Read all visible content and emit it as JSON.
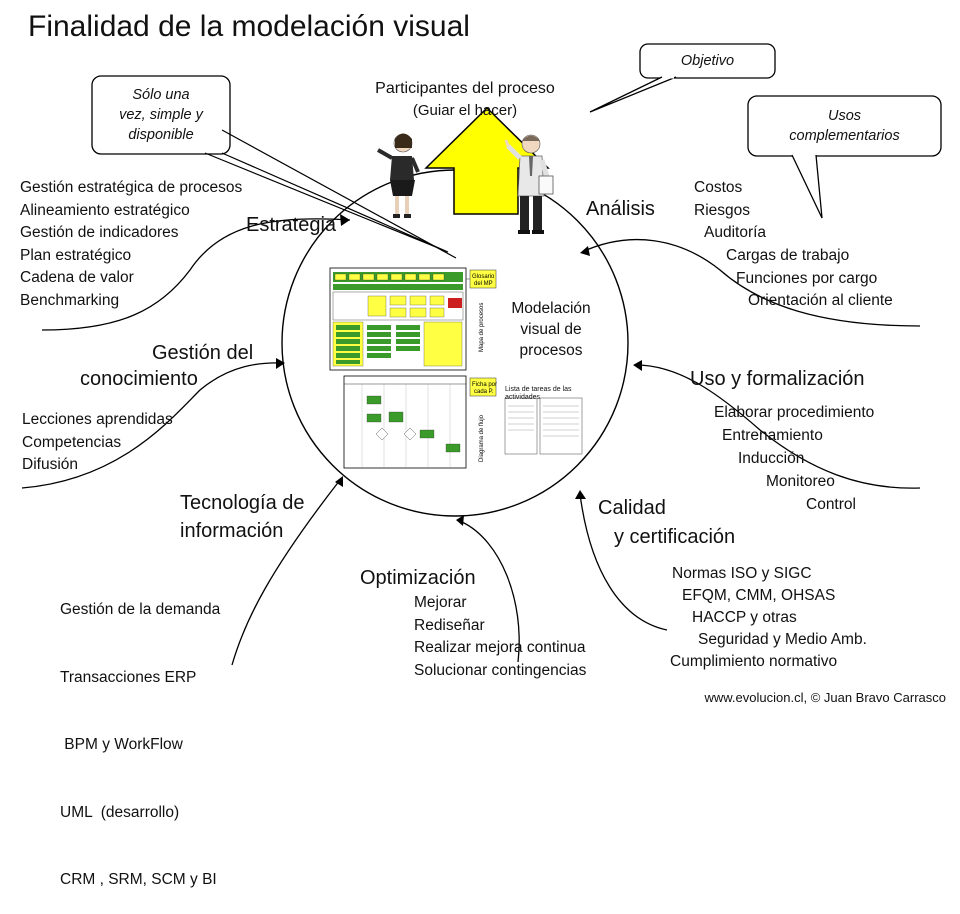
{
  "title": "Finalidad de la modelación visual",
  "callouts": {
    "objetivo": "Objetivo",
    "solo_una": [
      "Sólo una",
      "vez, simple y",
      "disponible"
    ],
    "usos": [
      "Usos",
      "complementarios"
    ]
  },
  "top": {
    "line1": "Participantes del proceso",
    "line2": "(Guiar el hacer)"
  },
  "center": {
    "label": [
      "Modelación",
      "visual de",
      "procesos"
    ],
    "tag_top": [
      "Glosario",
      "del MP"
    ],
    "tag_bottom": [
      "Ficha por",
      "cada P."
    ],
    "list_title": [
      "Lista de tareas de las",
      "actividades"
    ]
  },
  "sections": {
    "estrategia": {
      "title": "Estrategia",
      "items": [
        "Gestión estratégica de procesos",
        "Alineamiento estratégico",
        "Gestión de indicadores",
        "Plan estratégico",
        "Cadena de valor",
        "Benchmarking"
      ]
    },
    "conocimiento": {
      "title": [
        "Gestión del",
        "conocimiento"
      ],
      "items": [
        "Lecciones aprendidas",
        "Competencias",
        "Difusión"
      ]
    },
    "tecnologia": {
      "title": [
        "Tecnología de",
        "información"
      ],
      "items": [
        "Gestión de la demanda",
        "Transacciones ERP",
        " BPM y WorkFlow",
        "UML  (desarrollo)",
        "CRM , SRM, SCM y BI"
      ]
    },
    "optimizacion": {
      "title": "Optimización",
      "items": [
        "Mejorar",
        "Rediseñar",
        "Realizar mejora continua",
        "Solucionar contingencias"
      ]
    },
    "calidad": {
      "title": [
        "Calidad",
        "y certificación"
      ],
      "items": [
        "Normas ISO y SIGC",
        "EFQM, CMM, OHSAS",
        "HACCP y otras",
        "Seguridad y Medio Amb.",
        "Cumplimiento normativo"
      ]
    },
    "uso": {
      "title": "Uso y formalización",
      "items": [
        "Elaborar procedimiento",
        "Entrenamiento",
        "Inducción",
        "Monitoreo",
        "Control"
      ]
    },
    "analisis": {
      "title": "Análisis",
      "items": [
        "Costos",
        "Riesgos",
        "Auditoría",
        "Cargas de trabajo",
        "Funciones por cargo",
        "Orientación al cliente"
      ]
    }
  },
  "credit": "www.evolucion.cl, © Juan Bravo Carrasco",
  "colors": {
    "arrow_fill": "#ffff00",
    "map_green": "#3a9a2a",
    "map_yellow": "#ffff44",
    "map_red": "#cc2020"
  }
}
